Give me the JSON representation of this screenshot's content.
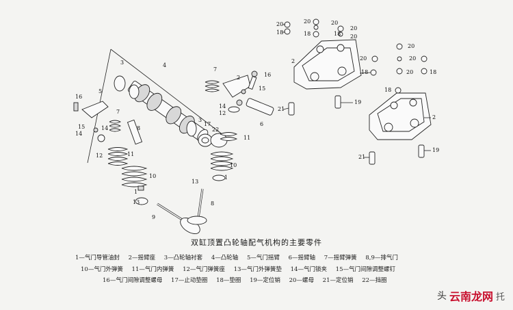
{
  "title": "双缸顶置凸轮轴配气机构的主要零件",
  "callouts": {
    "n1": "1",
    "n2": "2",
    "n3": "3",
    "n4": "4",
    "n5": "5",
    "n6": "6",
    "n7": "7",
    "n8": "8",
    "n9": "9",
    "n10": "10",
    "n11": "11",
    "n12": "12",
    "n13": "13",
    "n14": "14",
    "n15": "15",
    "n16": "16",
    "n17": "17",
    "n18": "18",
    "n19": "19",
    "n20": "20",
    "n21": "21",
    "n22": "22"
  },
  "legend": {
    "row1": [
      "1—气门导管油封",
      "2—摇臂座",
      "3—凸轮轴衬套",
      "4—凸轮轴",
      "5—气门摇臂",
      "6—摇臂轴",
      "7—摇臂弹簧",
      "8,9—排气门"
    ],
    "row2": [
      "10—气门外弹簧",
      "11—气门内弹簧",
      "12—气门弹簧座",
      "13—气门外弹簧垫",
      "14—气门锁夹",
      "15—气门间隙调整螺钉"
    ],
    "row3": [
      "16—气门间隙调整螺母",
      "17—止动垫圈",
      "18—垫圈",
      "19—定位销",
      "20—螺母",
      "21—定位销",
      "22—挡圈"
    ]
  },
  "watermark": {
    "a": "头",
    "b": "云南龙网",
    "c": "托"
  }
}
